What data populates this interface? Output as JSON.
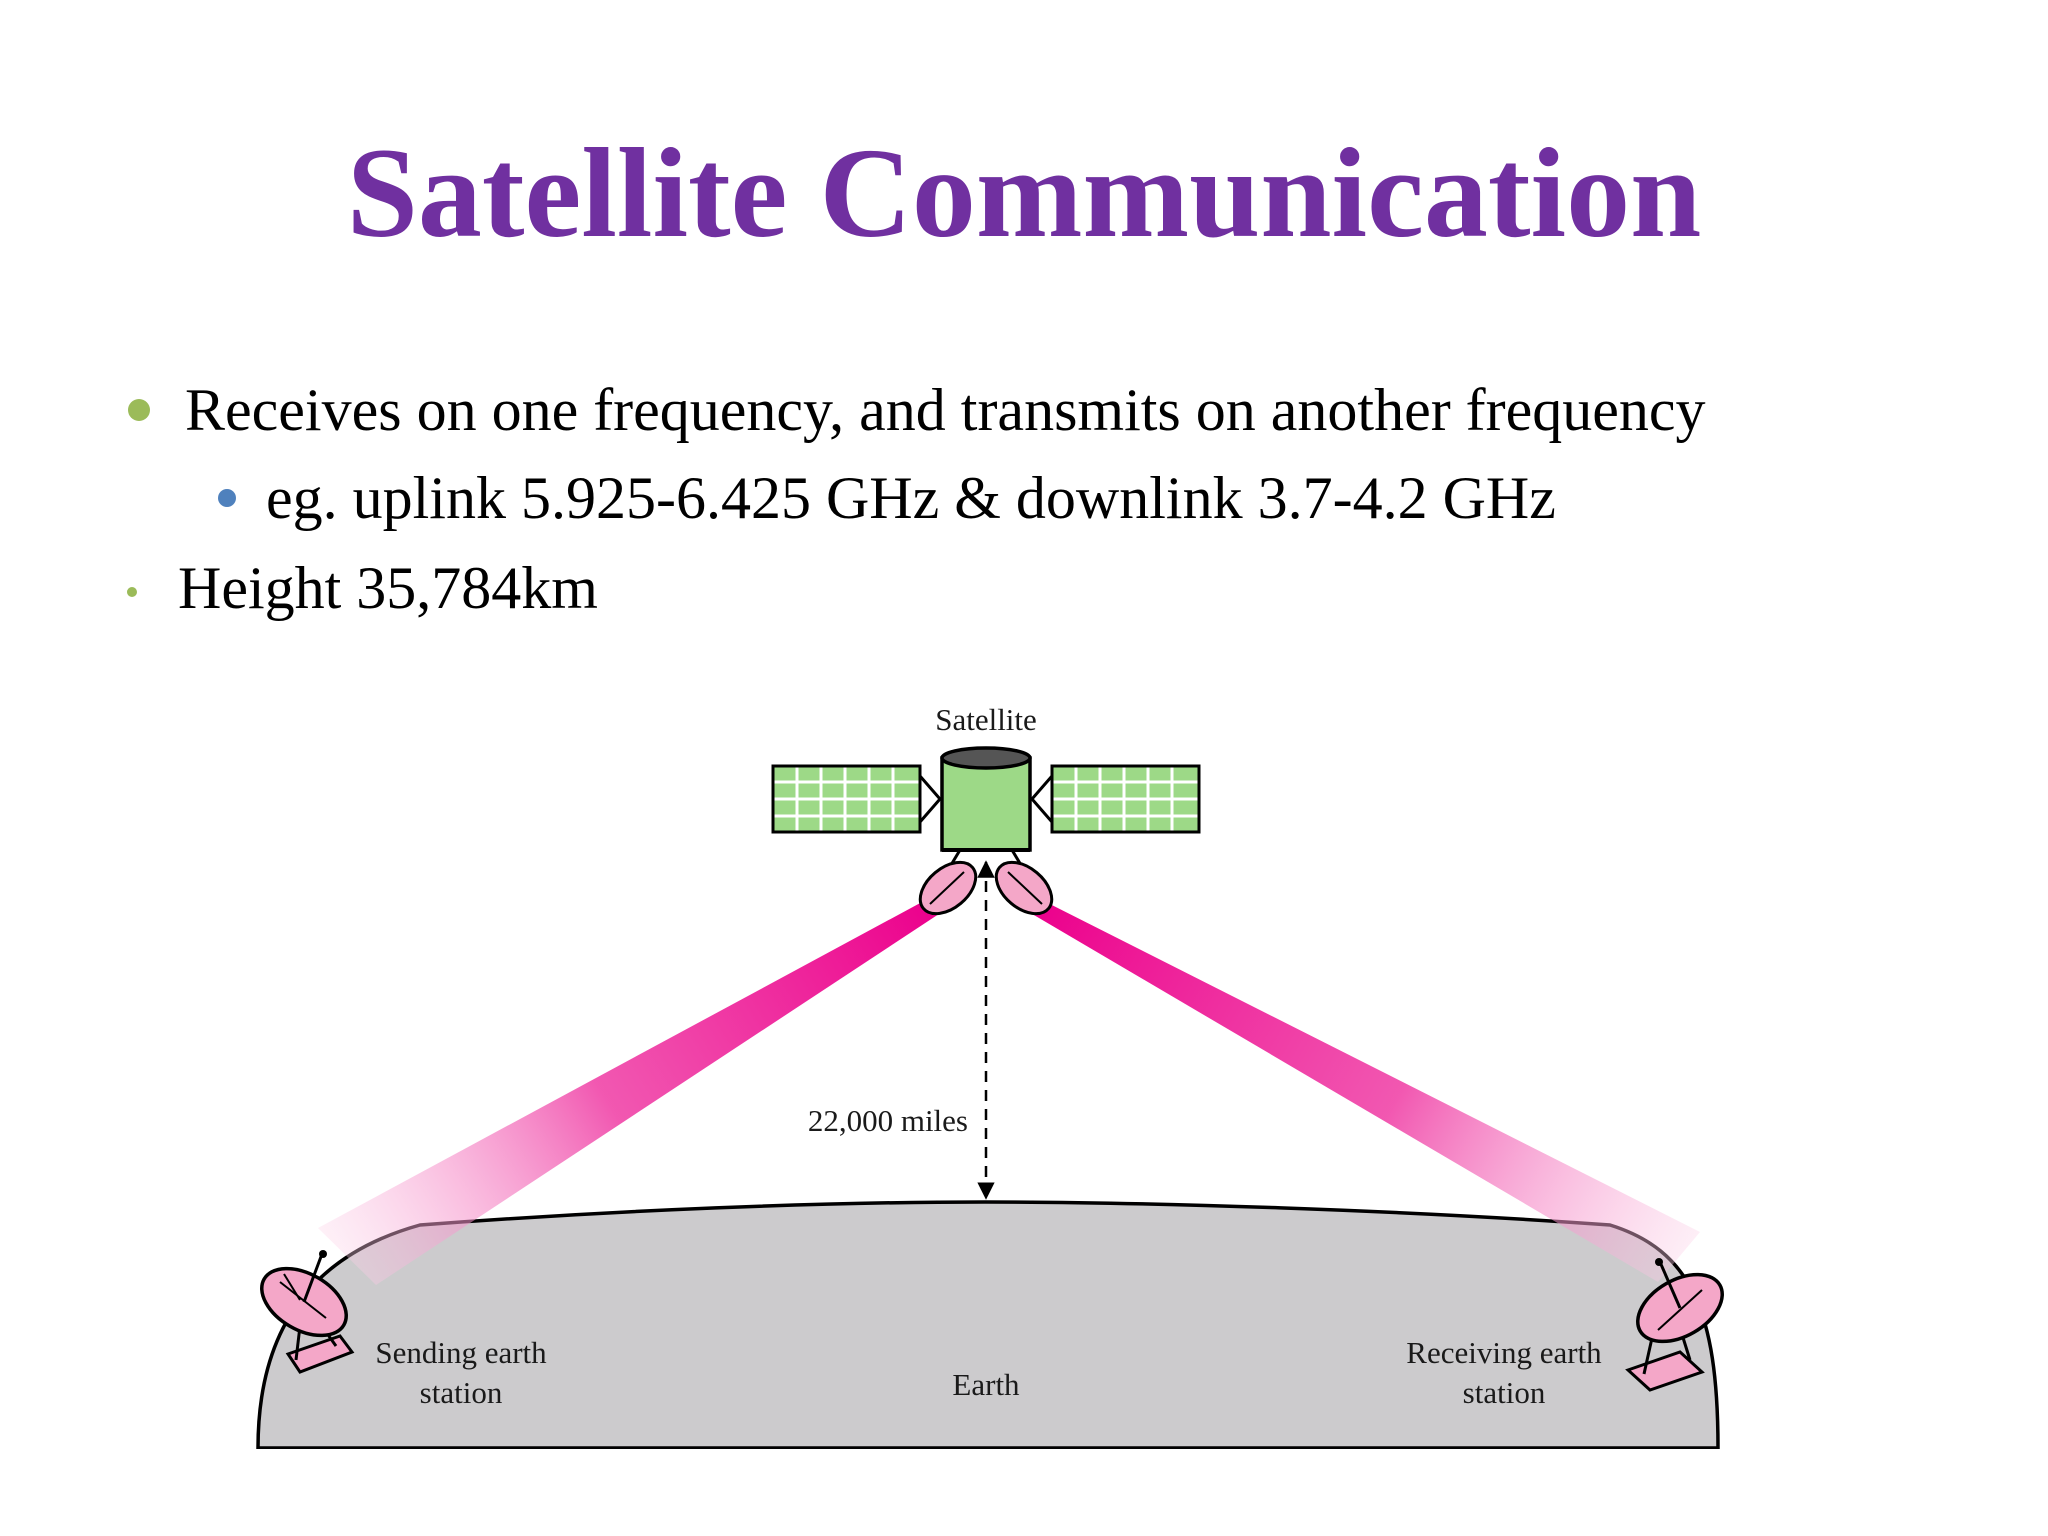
{
  "slide": {
    "title": "Satellite Communication",
    "bullets": [
      {
        "level": 1,
        "text": "Receives on one frequency, and transmits on another frequency"
      },
      {
        "level": 2,
        "text": "eg. uplink 5.925-6.425 GHz & downlink 3.7-4.2 GHz"
      },
      {
        "level": 1,
        "text": "Height  35,784km"
      }
    ],
    "colors": {
      "title": "#7030a0",
      "bullet_level1": "#9bbb59",
      "bullet_level2": "#4f81bd",
      "beam": "#ec008c",
      "satellite_body": "#a3d98a",
      "dish": "#f4a7c8",
      "earth": "#cccbcd"
    }
  },
  "diagram": {
    "satellite_label": "Satellite",
    "distance_label": "22,000 miles",
    "earth_label": "Earth",
    "sending_label_line1": "Sending earth",
    "sending_label_line2": "station",
    "receiving_label_line1": "Receiving earth",
    "receiving_label_line2": "station"
  }
}
